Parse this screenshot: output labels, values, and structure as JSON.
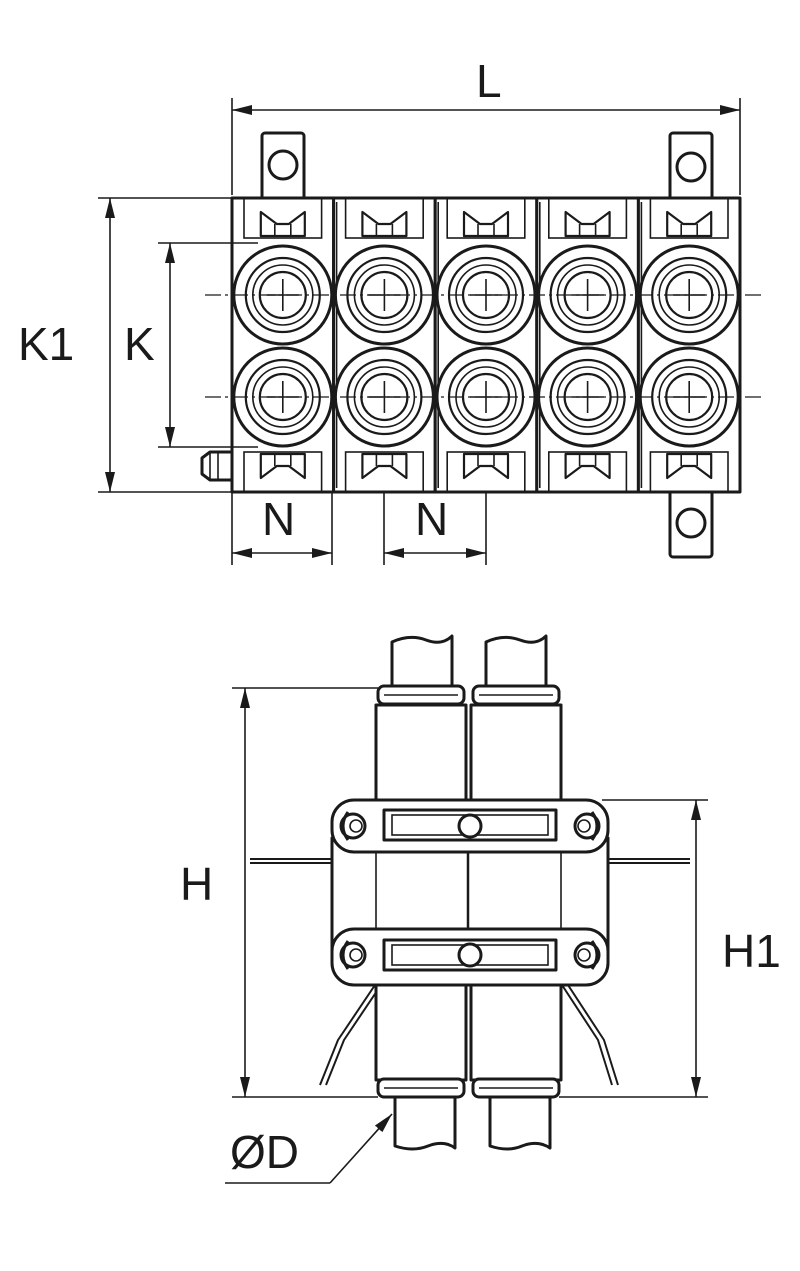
{
  "drawing": {
    "top_view": {
      "labels": {
        "length": "L",
        "outer_height": "K1",
        "pitch_vertical": "K",
        "pitch_horizontal_1": "N",
        "pitch_horizontal_2": "N"
      },
      "columns": 5,
      "rows": 2
    },
    "side_view": {
      "labels": {
        "total_height": "H",
        "body_height": "H1",
        "diameter": "ØD"
      }
    }
  }
}
